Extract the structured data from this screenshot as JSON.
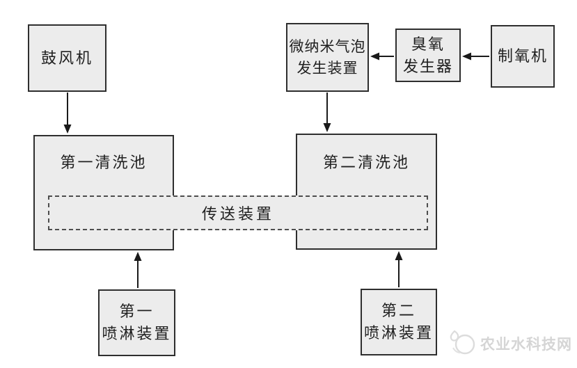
{
  "diagram": {
    "type": "flowchart",
    "colors": {
      "background": "#ffffff",
      "box_fill": "#ececec",
      "box_border": "#2e2e2e",
      "dashed_border": "#4d4d4d",
      "arrow": "#1a1a1a",
      "text": "#1f1f1f",
      "watermark": "#d5d5d5"
    },
    "nodes": {
      "blower": {
        "lines": [
          "鼓风机"
        ]
      },
      "bubble_device": {
        "lines": [
          "微纳米气泡",
          "发生装置"
        ]
      },
      "ozone_gen": {
        "lines": [
          "臭氧",
          "发生器"
        ]
      },
      "oxygen_machine": {
        "lines": [
          "制氧机"
        ]
      },
      "pool_first": {
        "lines": [
          "第一清洗池"
        ]
      },
      "pool_second": {
        "lines": [
          "第二清洗池"
        ]
      },
      "conveyor": {
        "lines": [
          "传送装置"
        ]
      },
      "spray_first": {
        "lines": [
          "第一",
          "喷淋装置"
        ]
      },
      "spray_second": {
        "lines": [
          "第二",
          "喷淋装置"
        ]
      }
    },
    "edges": [
      {
        "from": "鼓风机",
        "to": "第一清洗池",
        "direction": "down"
      },
      {
        "from": "微纳米气泡发生装置",
        "to": "第二清洗池",
        "direction": "down"
      },
      {
        "from": "制氧机",
        "to": "臭氧发生器",
        "direction": "left"
      },
      {
        "from": "臭氧发生器",
        "to": "微纳米气泡发生装置",
        "direction": "left"
      },
      {
        "from": "第一喷淋装置",
        "to": "第一清洗池",
        "direction": "up"
      },
      {
        "from": "第二喷淋装置",
        "to": "第二清洗池",
        "direction": "up"
      }
    ],
    "watermark": {
      "text": "农业水科技网",
      "icon": "water-drops-logo-icon"
    }
  }
}
